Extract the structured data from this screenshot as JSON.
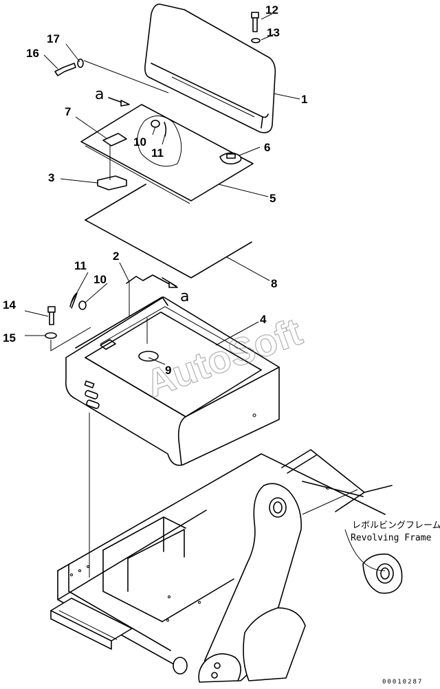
{
  "callouts": {
    "c1": "1",
    "c2": "2",
    "c3": "3",
    "c4": "4",
    "c5": "5",
    "c6": "6",
    "c7": "7",
    "c8": "8",
    "c9": "9",
    "c10a": "10",
    "c10b": "10",
    "c11a": "11",
    "c11b": "11",
    "c12": "12",
    "c13": "13",
    "c14": "14",
    "c15": "15",
    "c16": "16",
    "c17": "17"
  },
  "view_marks": {
    "a_top": "a",
    "a_mid": "a"
  },
  "frame_label": {
    "japanese": "レボルビングフレーム",
    "english": "Revolving Frame"
  },
  "drawing_code": "00010287",
  "watermark": "AutoSoft"
}
